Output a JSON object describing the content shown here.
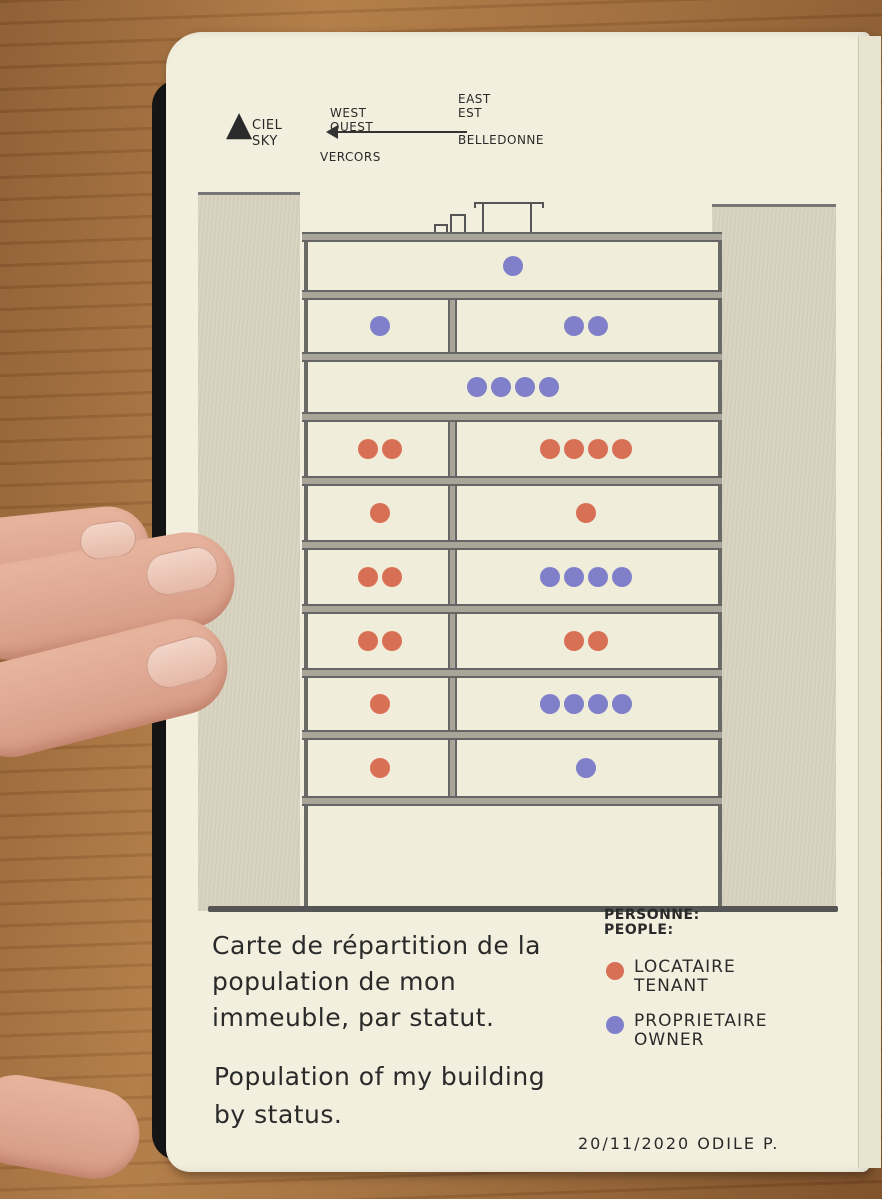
{
  "compass": {
    "sky_label_1": "CIEL",
    "sky_label_2": "SKY",
    "west_1": "WEST",
    "west_2": "OUEST",
    "west_place": "VERCORS",
    "east_1": "EAST",
    "east_2": "EST",
    "east_place": "BELLEDONNE"
  },
  "floors": [
    {
      "units": [
        {
          "tenants": 0,
          "owners": 1
        }
      ]
    },
    {
      "units": [
        {
          "tenants": 0,
          "owners": 1
        },
        {
          "tenants": 0,
          "owners": 2
        }
      ]
    },
    {
      "units": [
        {
          "tenants": 0,
          "owners": 4
        }
      ]
    },
    {
      "units": [
        {
          "tenants": 2,
          "owners": 0
        },
        {
          "tenants": 4,
          "owners": 0
        }
      ]
    },
    {
      "units": [
        {
          "tenants": 1,
          "owners": 0
        },
        {
          "tenants": 1,
          "owners": 0
        }
      ]
    },
    {
      "units": [
        {
          "tenants": 2,
          "owners": 0
        },
        {
          "tenants": 0,
          "owners": 4
        }
      ]
    },
    {
      "units": [
        {
          "tenants": 2,
          "owners": 0
        },
        {
          "tenants": 2,
          "owners": 0
        }
      ]
    },
    {
      "units": [
        {
          "tenants": 1,
          "owners": 0
        },
        {
          "tenants": 0,
          "owners": 4
        }
      ]
    },
    {
      "units": [
        {
          "tenants": 1,
          "owners": 0
        },
        {
          "tenants": 0,
          "owners": 1
        }
      ]
    },
    {
      "units": []
    }
  ],
  "caption": {
    "fr": "Carte de répartition de la population de mon immeuble, par statut.",
    "en": "Population of my building by status."
  },
  "legend": {
    "title_1": "PERSONNE:",
    "title_2": "PEOPLE:",
    "tenant_1": "LOCATAIRE",
    "tenant_2": "TENANT",
    "owner_1": "PROPRIETAIRE",
    "owner_2": "OWNER"
  },
  "colors": {
    "tenant": "#d77055",
    "owner": "#7f80c9"
  },
  "signature": "20/11/2020 ODILE P."
}
